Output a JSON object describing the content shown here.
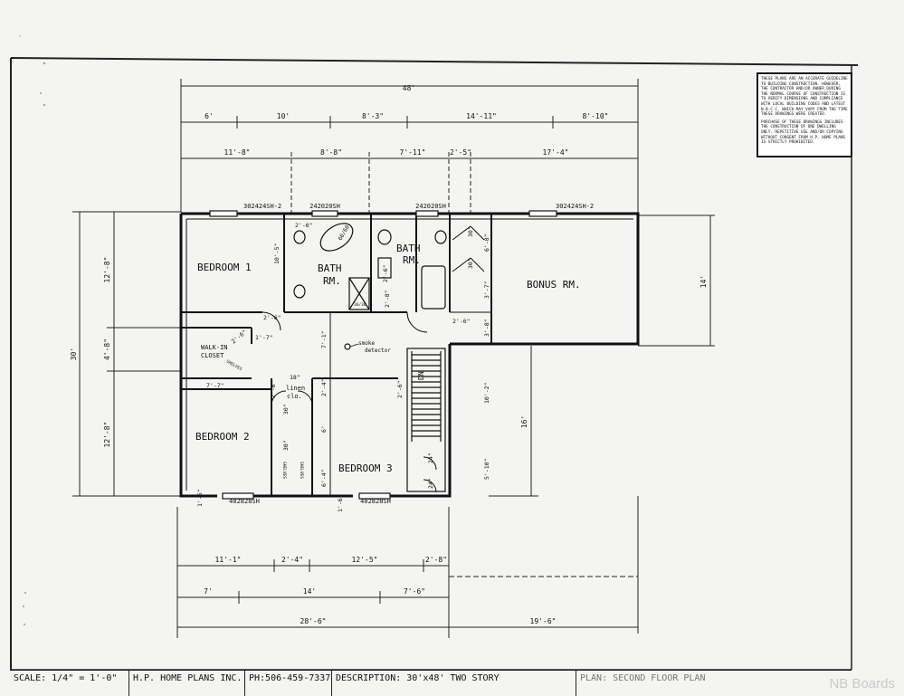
{
  "notes": {
    "paragraph1": "THESE PLANS ARE AN ACCURATE GUIDELINE TO BUILDING CONSTRUCTION. HOWEVER, THE CONTRACTOR AND/OR OWNER DURING THE NORMAL COURSE OF CONSTRUCTION IS TO VERIFY DIMENSIONS AND COMPLIANCE WITH LOCAL BUILDING CODES AND LATEST N.B.C.C. WHICH MAY VARY FROM THE TIME THESE DRAWINGS WERE CREATED.",
    "paragraph2": "PURCHASE OF THESE DRAWINGS INCLUDES THE CONSTRUCTION OF ONE DWELLING ONLY. REPETITIVE USE AND/OR COPYING WITHOUT CONSENT FROM H.P. HOME PLANS IS STRICTLY PROHIBITED."
  },
  "rooms": {
    "bedroom1": "BEDROOM 1",
    "bedroom2": "BEDROOM 2",
    "bedroom3": "BEDROOM 3",
    "bath_line1": "BATH",
    "bath_line2": "RM.",
    "bonus": "BONUS RM.",
    "walkin_line1": "WALK-IN",
    "walkin_line2": "CLOSET",
    "linen_line1": "linen",
    "linen_line2": "clo.",
    "tub": "60/60",
    "shower": "36/36",
    "smoke_line1": "smoke",
    "smoke_line2": "detector",
    "stair_dn": "DN",
    "shelves": "SHELVES"
  },
  "windows": {
    "w1": "302424SH-2",
    "w2": "242020SH",
    "w3": "242020SH",
    "w4": "302424SH-2",
    "w5": "402828SH",
    "w6": "402828SH"
  },
  "dims_top": {
    "overall": "48'",
    "r1": [
      "6'",
      "10'",
      "8'-3\"",
      "14'-11\"",
      "8'-10\""
    ],
    "r2": [
      "11'-8\"",
      "8'-8\"",
      "7'-11\"",
      "2'-5\"",
      "17'-4\""
    ]
  },
  "dims_bottom": {
    "r1": [
      "11'-1\"",
      "2'-4\"",
      "12'-5\"",
      "2'-8\""
    ],
    "r2": [
      "7'",
      "14'",
      "7'-6\""
    ],
    "r3": [
      "28'-6\"",
      "19'-6\""
    ]
  },
  "dims_left": {
    "overall": "30'",
    "a": "12'-8\"",
    "b": "4'-8\"",
    "c": "12'-8\""
  },
  "dims_right": {
    "bonus": "14'",
    "lower": "16'"
  },
  "dims_interior": {
    "d1": "2'-6\"",
    "d2": "2'-6\"",
    "d3": "2'-6\"",
    "d4": "10'-5\"",
    "d5": "1'-7\"",
    "d6": "7'-1\"",
    "d7": "7'-7\"",
    "d8": "2'-6\"",
    "d9": "2'-6\"",
    "d10": "2'-4\"",
    "d11": "6'",
    "d12": "6'-4\"",
    "d13": "2'-8\"",
    "d14": "2'-6\"",
    "d15": "6'-8\"",
    "d16": "3'-7\"",
    "d17": "3'-8\"",
    "d18": "10'-2\"",
    "d19": "5'-10\"",
    "d20": "1'-6\"",
    "d21": "1'-6\"",
    "d22": "1'-6\"",
    "d23": "2'-6\"",
    "door30": "30\"",
    "door24": "24\"",
    "door18": "18\"",
    "door2": "2'-6\""
  },
  "title_block": {
    "scale": "SCALE: 1/4\" = 1'-0\"",
    "company": "H.P. HOME PLANS INC.",
    "phone": "PH:506-459-7337",
    "description": "DESCRIPTION: 30'x48' TWO STORY",
    "plan": "PLAN: SECOND FLOOR PLAN"
  },
  "watermark": "NB Boards"
}
